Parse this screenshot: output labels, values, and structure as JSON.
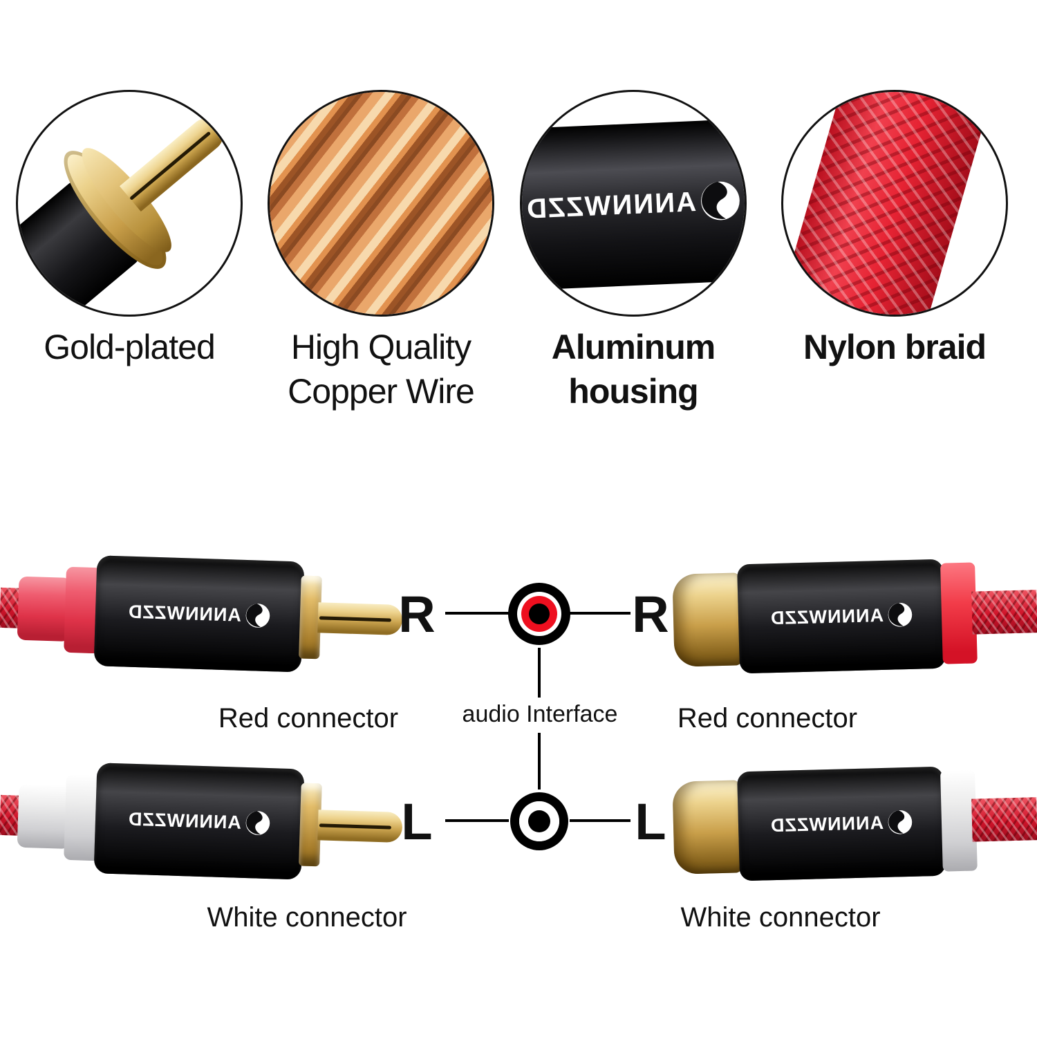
{
  "brand": "ANNNWZZD",
  "features": [
    {
      "line1": "Gold-plated",
      "line2": ""
    },
    {
      "line1": "High Quality",
      "line2": "Copper Wire"
    },
    {
      "line1": "Aluminum",
      "line2": "housing"
    },
    {
      "line1": "Nylon braid",
      "line2": ""
    }
  ],
  "diagram": {
    "interface_label": "audio Interface",
    "right_channel": {
      "left_letter": "R",
      "right_letter": "R",
      "male_label": "Red connector",
      "female_label": "Red connector"
    },
    "left_channel": {
      "left_letter": "L",
      "right_letter": "L",
      "male_label": "White connector",
      "female_label": "White connector"
    }
  },
  "colors": {
    "accent_red": "#e62333",
    "jack_red": "#ee0f1f",
    "gold": "#d9b25f",
    "copper": "#c0703c",
    "black_housing": "#141414",
    "white_collar": "#ececec"
  },
  "icons": {
    "brand_logo": "swirl-circle-logo",
    "right_jack": "rca-jack-red-icon",
    "left_jack": "rca-jack-white-icon"
  }
}
